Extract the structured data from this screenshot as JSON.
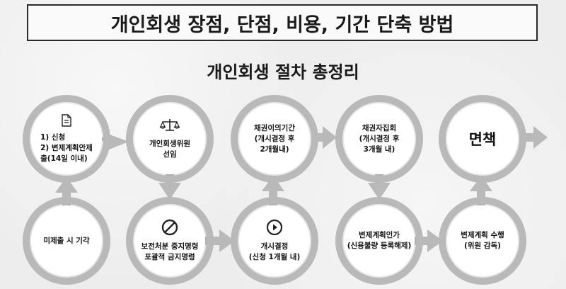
{
  "title": "개인회생 장점, 단점, 비용, 기간 단축 방법",
  "subtitle": "개인회생 절차 총정리",
  "steps": {
    "s1": {
      "label": "1) 신청\n2) 변제계획안제\n출(14일 이내)",
      "icon": "document-icon"
    },
    "s2": {
      "label": "개인회생위원\n선임",
      "icon": "justice-scale-icon"
    },
    "s3": {
      "label": "채권이의기간\n(개시결정 후\n2개월내)"
    },
    "s4": {
      "label": "채권자집회\n(개시결정 후\n3개월 내)"
    },
    "s5": {
      "label": "면책"
    },
    "s6": {
      "label": "미제출 시 기각"
    },
    "s7": {
      "label": "보전처분 중지명령\n포괄적 금지명령",
      "icon": "prohibited-icon"
    },
    "s8": {
      "label": "개시결정\n(신청 1개월 내)",
      "icon": "play-icon"
    },
    "s9": {
      "label": "변제계획인가\n(신용불량 등록해제)"
    },
    "s10": {
      "label": "변제계획 수행\n(위원 감독)"
    }
  },
  "colors": {
    "ring": "#b8b8b8",
    "arrow": "#b8b8b8",
    "circle": "#ffffff",
    "text": "#111111"
  }
}
